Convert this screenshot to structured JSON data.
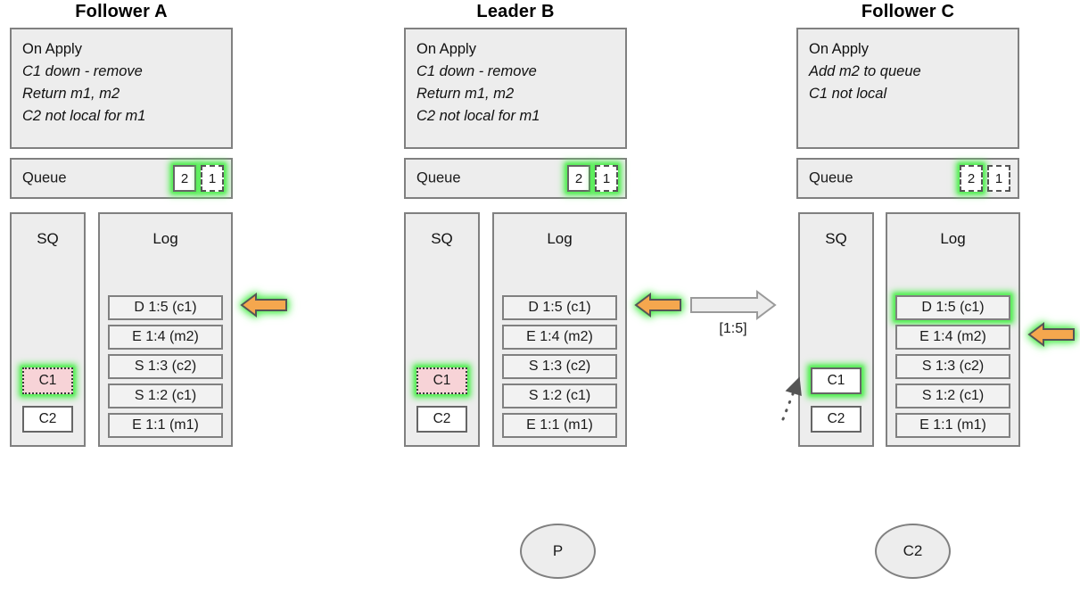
{
  "nodes": [
    {
      "title": "Follower A",
      "apply": {
        "header": "On Apply",
        "lines": [
          "C1 down - remove",
          "Return m1, m2",
          "C2 not local for m1"
        ]
      },
      "queue": {
        "label": "Queue",
        "items": [
          {
            "value": "2",
            "style": "solid",
            "glow": true
          },
          {
            "value": "1",
            "style": "dashed",
            "glow": true
          }
        ]
      },
      "sq": {
        "header": "SQ",
        "entries": [
          {
            "value": "C1",
            "fill": "pink",
            "glow": true
          },
          {
            "value": "C2",
            "fill": "white",
            "glow": false
          }
        ]
      },
      "log": {
        "header": "Log",
        "entries": [
          {
            "value": "D 1:5 (c1)",
            "glow": false
          },
          {
            "value": "E 1:4 (m2)",
            "glow": false
          },
          {
            "value": "S 1:3 (c2)",
            "glow": false
          },
          {
            "value": "S 1:2 (c1)",
            "glow": false
          },
          {
            "value": "E 1:1 (m1)",
            "glow": false
          }
        ]
      },
      "pointer": {
        "target_index": 0
      }
    },
    {
      "title": "Leader B",
      "apply": {
        "header": "On Apply",
        "lines": [
          "C1 down - remove",
          "Return m1, m2",
          "C2 not local for m1"
        ]
      },
      "queue": {
        "label": "Queue",
        "items": [
          {
            "value": "2",
            "style": "solid",
            "glow": true
          },
          {
            "value": "1",
            "style": "dashed",
            "glow": true
          }
        ]
      },
      "sq": {
        "header": "SQ",
        "entries": [
          {
            "value": "C1",
            "fill": "pink",
            "glow": true
          },
          {
            "value": "C2",
            "fill": "white",
            "glow": false
          }
        ]
      },
      "log": {
        "header": "Log",
        "entries": [
          {
            "value": "D 1:5 (c1)",
            "glow": false
          },
          {
            "value": "E 1:4 (m2)",
            "glow": false
          },
          {
            "value": "S 1:3 (c2)",
            "glow": false
          },
          {
            "value": "S 1:2 (c1)",
            "glow": false
          },
          {
            "value": "E 1:1 (m1)",
            "glow": false
          }
        ]
      },
      "pointer": {
        "target_index": 0
      }
    },
    {
      "title": "Follower C",
      "apply": {
        "header": "On Apply",
        "lines": [
          "Add m2 to queue",
          "C1 not local"
        ]
      },
      "queue": {
        "label": "Queue",
        "items": [
          {
            "value": "2",
            "style": "dashed",
            "glow": true
          },
          {
            "value": "1",
            "style": "dashed",
            "glow": false
          }
        ]
      },
      "sq": {
        "header": "SQ",
        "entries": [
          {
            "value": "C1",
            "fill": "white",
            "glow": true
          },
          {
            "value": "C2",
            "fill": "white",
            "glow": false
          }
        ]
      },
      "log": {
        "header": "Log",
        "entries": [
          {
            "value": "D 1:5 (c1)",
            "glow": true
          },
          {
            "value": "E 1:4 (m2)",
            "glow": false
          },
          {
            "value": "S 1:3 (c2)",
            "glow": false
          },
          {
            "value": "S 1:2 (c1)",
            "glow": false
          },
          {
            "value": "E 1:1 (m1)",
            "glow": false
          }
        ]
      },
      "pointer": {
        "target_index": 1
      }
    }
  ],
  "replication": {
    "label": "[1:5]"
  },
  "actors": [
    {
      "label": "P"
    },
    {
      "label": "C2"
    }
  ],
  "colors": {
    "arrow_fill": "#f5a74e",
    "arrow_stroke": "#555555",
    "glow": "#54ee54",
    "panel_bg": "#ededed",
    "panel_border": "#808080",
    "pink_fill": "#f7d3d7"
  }
}
